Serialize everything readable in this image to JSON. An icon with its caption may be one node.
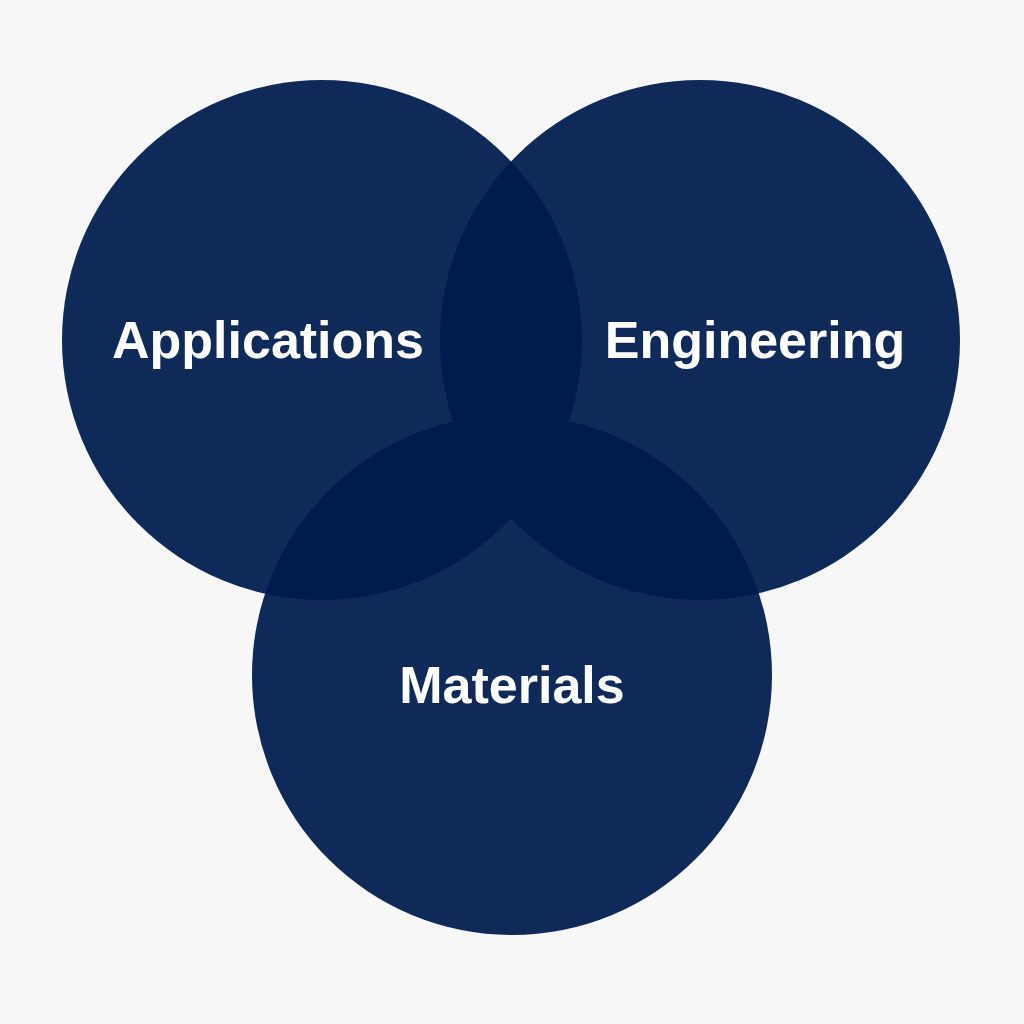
{
  "diagram": {
    "nodes": [
      {
        "text": [
          "Applications"
        ]
      },
      {
        "text": [
          "Engineering"
        ]
      },
      {
        "text": [
          "Materials"
        ]
      }
    ]
  }
}
